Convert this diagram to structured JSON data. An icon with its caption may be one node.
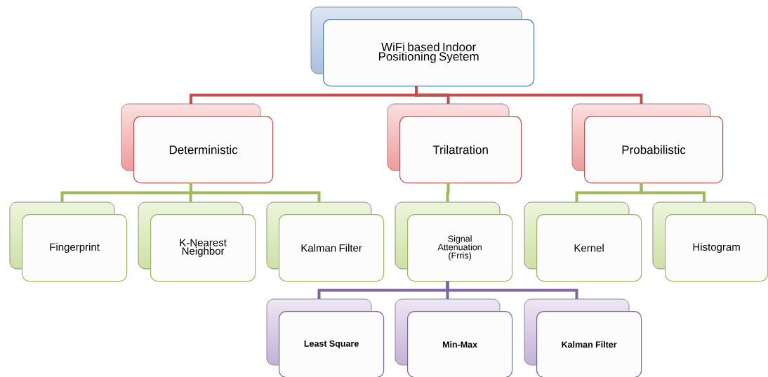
{
  "diagram": {
    "nodes": [
      {
        "text": [
          "WiFi based Indoor Positioning Syetem"
        ]
      },
      {
        "text": [
          "Deterministic"
        ]
      },
      {
        "text": [
          "Trilatration"
        ]
      },
      {
        "text": [
          "Probabilistic"
        ]
      },
      {
        "text": [
          "Fingerprint"
        ]
      },
      {
        "text": [
          "K-Nearest Neighbor"
        ]
      },
      {
        "text": [
          "Kalman Filter"
        ]
      },
      {
        "text": [
          "Signal Attenuation (Frris)"
        ]
      },
      {
        "text": [
          "Kernel"
        ]
      },
      {
        "text": [
          "Histogram"
        ]
      },
      {
        "text": [
          "Least Square"
        ]
      },
      {
        "text": [
          "Min-Max"
        ]
      },
      {
        "text": [
          "Kalman Filter"
        ]
      }
    ],
    "edges": [
      {
        "from": 0,
        "to": 1,
        "arrow": "none",
        "color": "#c0504d"
      },
      {
        "from": 0,
        "to": 2,
        "arrow": "none",
        "color": "#c0504d"
      },
      {
        "from": 0,
        "to": 3,
        "arrow": "none",
        "color": "#c0504d"
      },
      {
        "from": 1,
        "to": 4,
        "arrow": "none"
      },
      {
        "from": 1,
        "to": 5,
        "arrow": "none"
      },
      {
        "from": 1,
        "to": 6,
        "arrow": "none"
      },
      {
        "from": 2,
        "to": 7,
        "arrow": "none"
      },
      {
        "from": 3,
        "to": 8,
        "arrow": "none"
      },
      {
        "from": 3,
        "to": 9,
        "arrow": "none"
      },
      {
        "from": 7,
        "to": 10,
        "arrow": "none",
        "color": "#8064a2"
      },
      {
        "from": 7,
        "to": 11,
        "arrow": "none",
        "color": "#8064a2"
      },
      {
        "from": 7,
        "to": 12,
        "arrow": "none",
        "color": "#8064a2"
      }
    ]
  }
}
